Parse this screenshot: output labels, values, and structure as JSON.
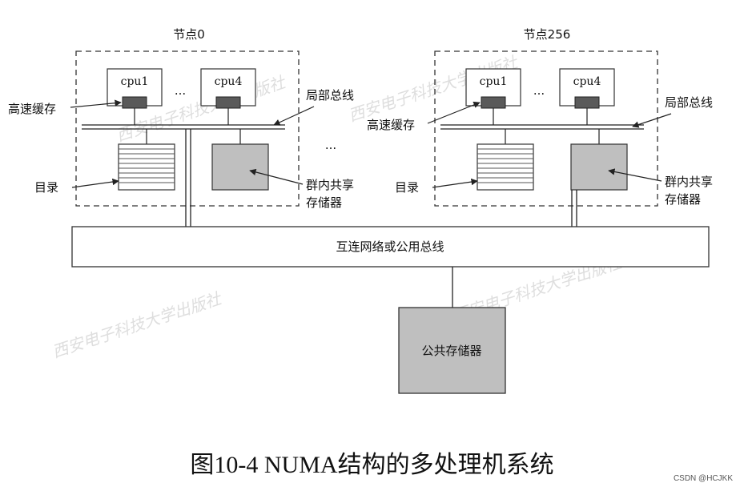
{
  "nodes": [
    {
      "title": "节点0",
      "cpus": [
        "cpu1",
        "cpu4"
      ],
      "dots": "...",
      "cache": "高速缓存",
      "local_bus": "局部总线",
      "directory": "目录",
      "shared_memory": [
        "群内共享",
        "存储器"
      ]
    },
    {
      "title": "节点256",
      "cpus": [
        "cpu1",
        "cpu4"
      ],
      "dots": "...",
      "cache": "高速缓存",
      "local_bus": "局部总线",
      "directory": "目录",
      "shared_memory": [
        "群内共享",
        "存储器"
      ]
    }
  ],
  "between_dots": "...",
  "interconnect": "互连网络或公用总线",
  "public_memory": "公共存储器",
  "caption": "图10-4  NUMA结构的多处理机系统",
  "watermark": "西安电子科技大学出版社",
  "credit": "CSDN @HCJKK",
  "colors": {
    "gray_box": "#bfbfbf",
    "cache_block": "#5a5a5a",
    "line": "#222222"
  }
}
